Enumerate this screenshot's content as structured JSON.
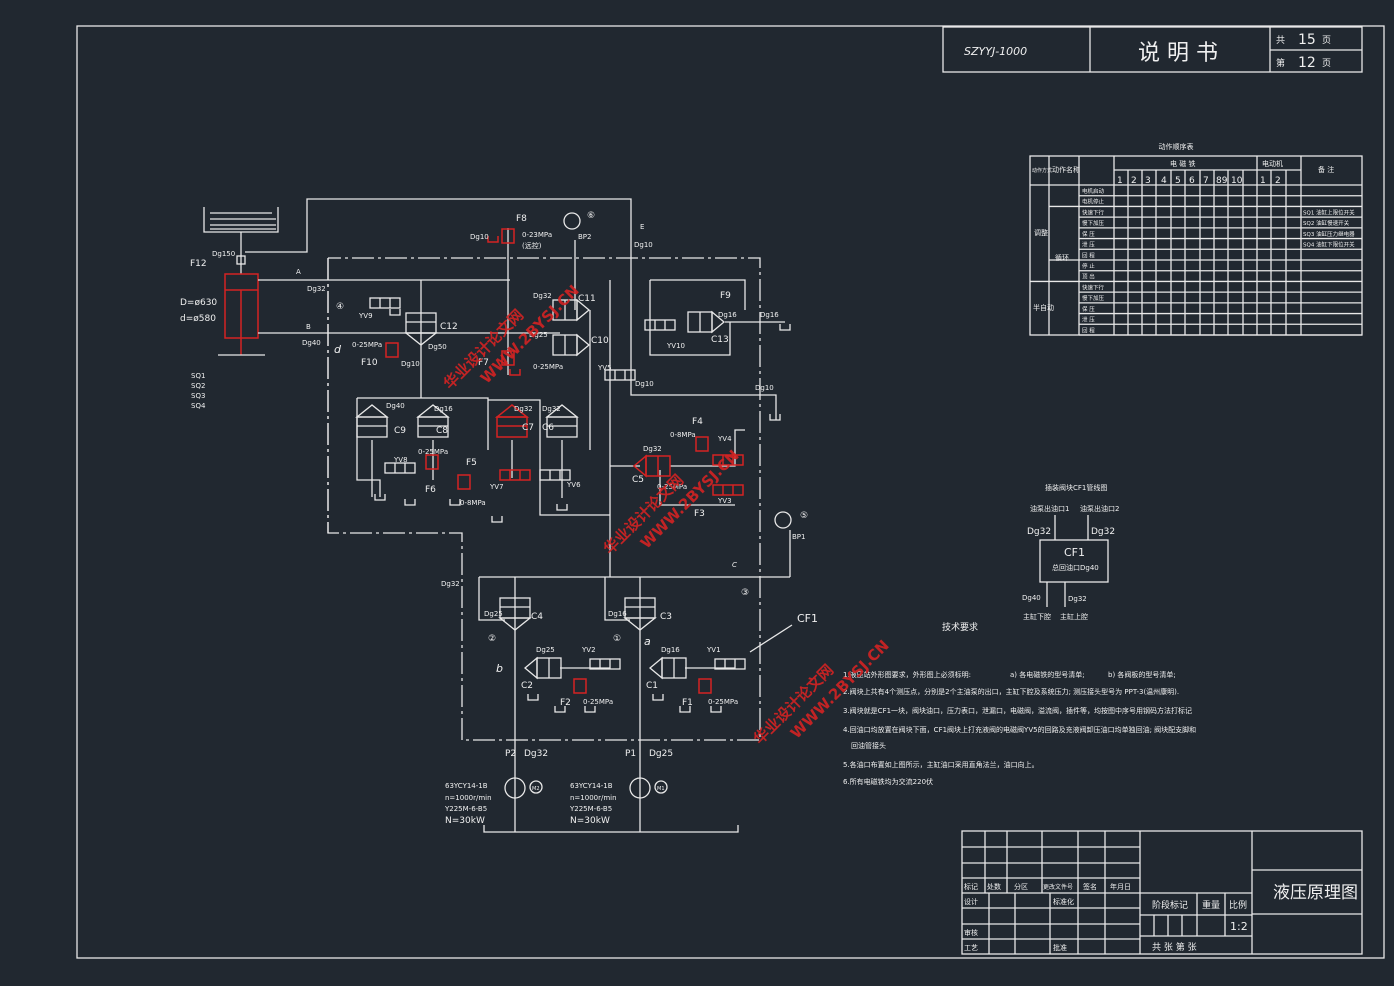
{
  "colors": {
    "background": "#212830",
    "line": "#e8e8e8",
    "highlight": "#d42323"
  },
  "header": {
    "code": "SZYYJ-1000",
    "doc_title": "说 明 书",
    "total_prefix": "共",
    "total_pages": "15",
    "page_unit": "页",
    "page_prefix": "第",
    "page_num": "12"
  },
  "sequence_table": {
    "title": "动作顺序表",
    "h_mode": "动作方式",
    "h_action": "动作名称",
    "h_solenoid": "电 磁 铁",
    "h_motor": "电动机",
    "h_remark": "备 注",
    "solenoid_nums": [
      "1",
      "2",
      "3",
      "4",
      "5",
      "6",
      "7",
      "89",
      "10"
    ],
    "motor_nums": [
      "1",
      "2"
    ],
    "group_adjust": "调整",
    "group_cycle": "循环",
    "group_semi": "半自动",
    "rows": [
      "电机启动",
      "电机停止",
      "快速下行",
      "慢下加压",
      "保 压",
      "泄 压",
      "回 程",
      "停 止",
      "顶 出",
      "快速下行",
      "慢下加压",
      "保 压",
      "泄 压",
      "回 程"
    ],
    "remarks": [
      "SQ1 油缸上限位开关",
      "SQ2 油缸慢速开关",
      "SQ3 油缸压力继电器",
      "SQ4 油缸下限位开关"
    ]
  },
  "cf1": {
    "title": "插装阀块CF1管线图",
    "in1": "油泵出油口1",
    "in2": "油泵出油口2",
    "d1": "Dg32",
    "d2": "Dg32",
    "name": "CF1",
    "ret": "总回油口Dg40",
    "o1": "Dg40",
    "o2": "Dg32",
    "down": "主缸下腔",
    "up": "主缸上腔"
  },
  "tech": {
    "title": "技术要求",
    "l1": "1.液压站外形图要求，外形图上必须标明:",
    "l1a": "a) 各电磁铁的型号清单;",
    "l1b": "b) 各阀板的型号清单;",
    "l2": "2.阀块上共有4个测压点，分别是2个主油泵的出口，主缸下腔及系统压力; 测压接头型号为 PPT-3(温州康明).",
    "l3": "3.阀块就是CF1一块，阀块油口，压力表口，泄漏口，电磁阀，溢流阀，插件等，均按图中序号用钢码方法打标记",
    "l4": "4.回油口均放置在阀块下面，CF1阀块上打充液阀的电磁阀YV5的回路及充液阀卸压油口均单独回油; 阀块配支脚和",
    "l4b": "回油管接头",
    "l5": "5.各油口布置如上图所示，主缸油口采用直角法兰，油口向上。",
    "l6": "6.所有电磁铁均为交流220伏"
  },
  "title_block": {
    "mark": "标记",
    "count": "处数",
    "zone": "分区",
    "change_doc": "更改文件号",
    "sign": "签名",
    "date": "年月日",
    "design": "设计",
    "std": "标准化",
    "review": "审核",
    "craft": "工艺",
    "approve": "批准",
    "stage": "阶段标记",
    "weight": "重量",
    "scale": "比例",
    "scale_val": "1:2",
    "sheets": "共    张      第    张",
    "drawing_title": "液压原理图"
  },
  "watermark": {
    "cn": "华业设计论文网",
    "url": "WWW.2BYSJ.CN"
  },
  "d": {
    "Dg150": "Dg150",
    "F12": "F12",
    "D": "D=ø630",
    "dd": "d=ø580",
    "A": "A",
    "B": "B",
    "Dg32": "Dg32",
    "Dg40": "Dg40",
    "c4": "④",
    "d": "d",
    "YV9": "YV9",
    "C12": "C12",
    "p025": "0-25MPa",
    "F10": "F10",
    "Dg10": "Dg10",
    "Dg50": "Dg50",
    "SQ1": "SQ1",
    "SQ2": "SQ2",
    "SQ3": "SQ3",
    "SQ4": "SQ4",
    "F8": "F8",
    "p023": "0-23MPa",
    "remote": "(远控)",
    "c6": "⑥",
    "BP2": "BP2",
    "E": "E",
    "C11": "C11",
    "Dg25": "Dg25",
    "C10": "C10",
    "F7": "F7",
    "YV5": "YV5",
    "F9": "F9",
    "Dg16": "Dg16",
    "YV10": "YV10",
    "C13": "C13",
    "C9": "C9",
    "C8": "C8",
    "C7": "C7",
    "C6": "C6",
    "YV8": "YV8",
    "F5": "F5",
    "F6": "F6",
    "YV7": "YV7",
    "YV6": "YV6",
    "p08": "0-8MPa",
    "F4": "F4",
    "YV4": "YV4",
    "C5": "C5",
    "YV3": "YV3",
    "F3": "F3",
    "c5": "⑤",
    "BP1": "BP1",
    "C": "C",
    "c3": "③",
    "C4": "C4",
    "C3": "C3",
    "c2": "②",
    "c1": "①",
    "a": "a",
    "b": "b",
    "YV2": "YV2",
    "YV1": "YV1",
    "C2": "C2",
    "C1": "C1",
    "F2": "F2",
    "F1": "F1",
    "P2": "P2",
    "P1": "P1",
    "CF1": "CF1",
    "pump": "63YCY14-1B",
    "speed": "n=1000r/min",
    "motor": "Y225M-6-B5",
    "power": "N=30kW",
    "M1": "M1",
    "M2": "M2"
  }
}
